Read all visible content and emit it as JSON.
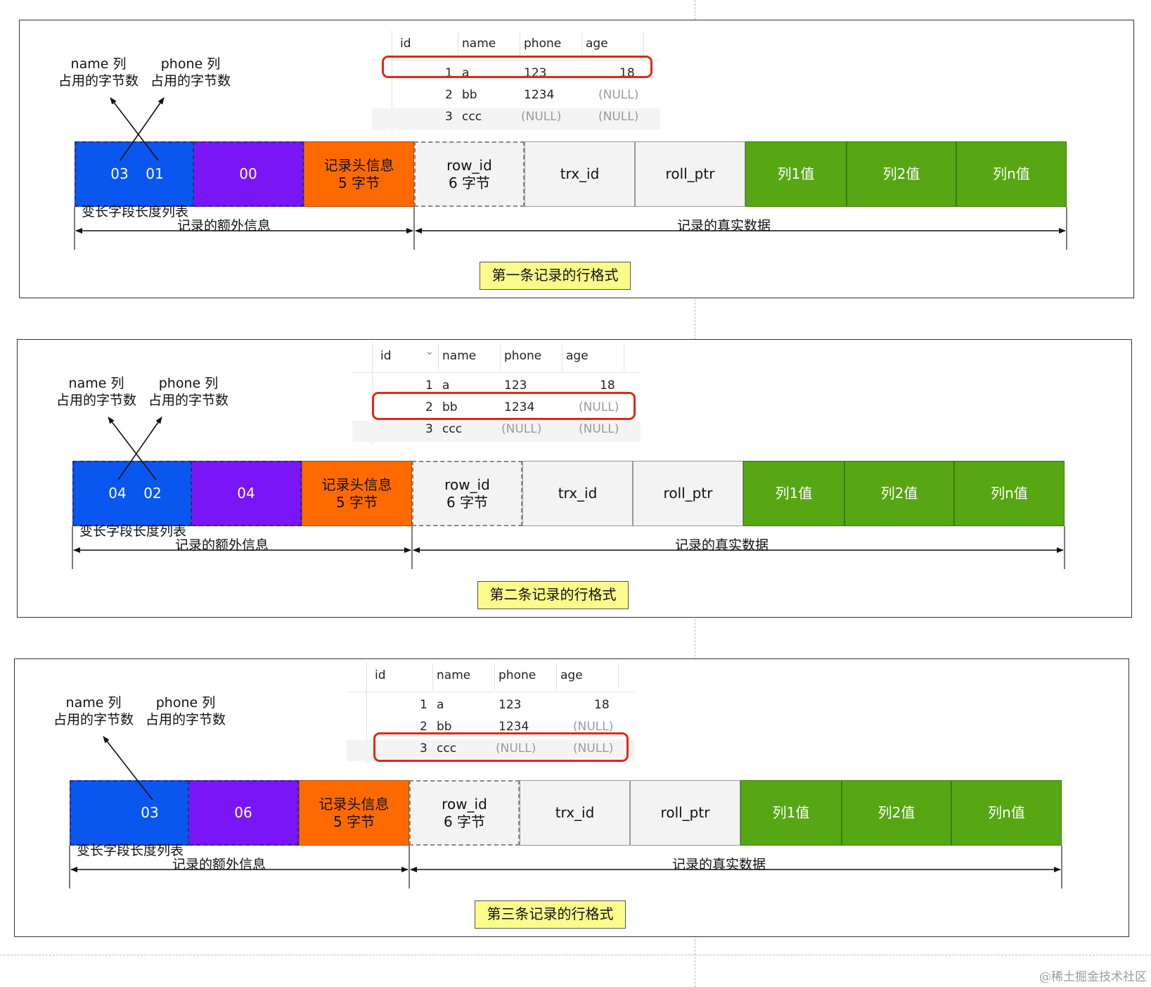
{
  "table": {
    "headers": [
      "id",
      "name",
      "phone",
      "age"
    ],
    "rows": [
      [
        "1",
        "a",
        "123",
        "18"
      ],
      [
        "2",
        "bb",
        "1234",
        "(NULL)"
      ],
      [
        "3",
        "ccc",
        "(NULL)",
        "(NULL)"
      ]
    ],
    "sort_icon": "chevron-down-icon"
  },
  "labels": {
    "name_col_line1": "name 列",
    "name_col_line2": "占用的字节数",
    "phone_col_line1": "phone 列",
    "phone_col_line2": "占用的字节数",
    "var_len_list": "变长字段长度列表",
    "extra_info": "记录的额外信息",
    "real_data": "记录的真实数据",
    "header_info_line1": "记录头信息",
    "header_info_line2": "5 字节",
    "row_id_line1": "row_id",
    "row_id_line2": "6 字节",
    "trx_id": "trx_id",
    "roll_ptr": "roll_ptr",
    "col1": "列1值",
    "col2": "列2值",
    "coln": "列n值"
  },
  "records": [
    {
      "bytes": [
        "03",
        "01"
      ],
      "null_list": "00",
      "caption": "第一条记录的行格式",
      "highlight_row": 1
    },
    {
      "bytes": [
        "04",
        "02"
      ],
      "null_list": "04",
      "caption": "第二条记录的行格式",
      "highlight_row": 2
    },
    {
      "bytes": [
        "03"
      ],
      "null_list": "06",
      "caption": "第三条记录的行格式",
      "highlight_row": 3
    }
  ],
  "colors": {
    "var_len_list": "#0a57f0",
    "null_list": "#7a16f5",
    "record_header": "#ff6a00",
    "hidden_cols": "#f3f3f3",
    "column_values": "#57a614",
    "caption_bg": "#fbfb8c",
    "highlight": "#e32619"
  },
  "watermark": "@稀土掘金技术社区"
}
